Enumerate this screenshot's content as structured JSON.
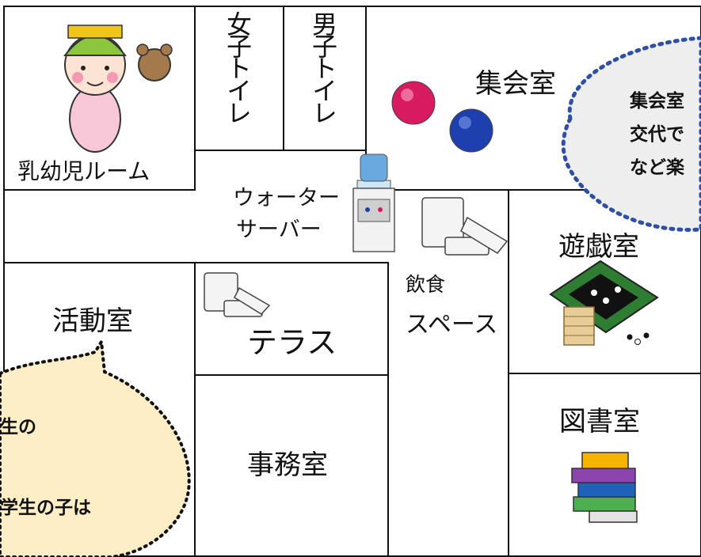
{
  "rooms": {
    "nursery": "乳幼児ルーム",
    "girls_toilet": "女子トイレ",
    "boys_toilet": "男子トイレ",
    "meeting_room": "集会室",
    "water_server_line1": "ウォーター",
    "water_server_line2": "サーバー",
    "play_room": "遊戯室",
    "eating_line1": "飲食",
    "eating_line2": "スペース",
    "activity_room": "活動室",
    "terrace": "テラス",
    "office": "事務室",
    "library": "図書室"
  },
  "bubbles": {
    "right": [
      "集会室",
      "交代で",
      "など楽"
    ],
    "left": [
      "生の",
      "学生の子は"
    ]
  },
  "colors": {
    "line": "#111111",
    "bubble_right_fill": "#eeeeee",
    "bubble_right_border": "#2e4fa3",
    "bubble_left_fill": "#fdeec6",
    "ball_pink": "#d81b60",
    "ball_blue": "#1e40af"
  },
  "icons": [
    "baby-bear-icon",
    "balls-icon",
    "water-server-icon",
    "snack-icon",
    "board-game-icon",
    "books-icon"
  ]
}
